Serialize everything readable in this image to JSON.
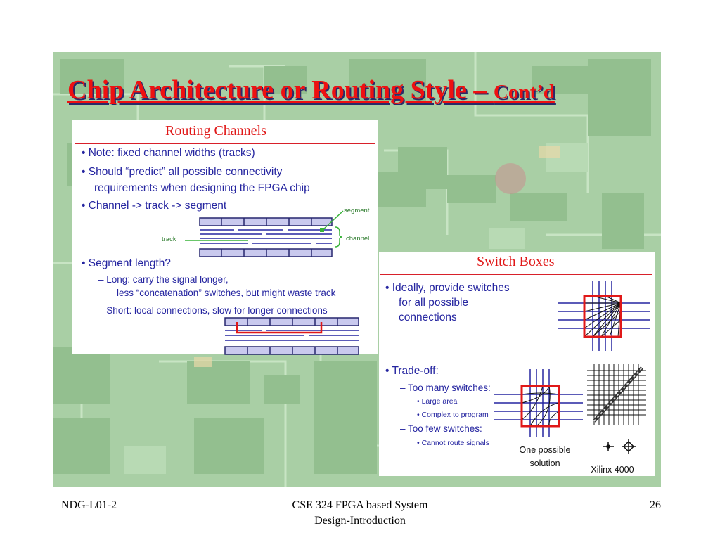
{
  "slide": {
    "title_main": "Chip Architecture or Routing Style – ",
    "title_sub": "Cont’d"
  },
  "routing_channels": {
    "title": "Routing Channels",
    "bullets": [
      {
        "level": 1,
        "text": "• Note: fixed channel widths (tracks)"
      },
      {
        "level": 1,
        "text": "• Should “predict” all possible connectivity"
      },
      {
        "level": 1,
        "text": "requirements when designing the FPGA chip"
      },
      {
        "level": 1,
        "text": "• Channel -> track -> segment"
      },
      {
        "level": 1,
        "text": "• Segment length?"
      },
      {
        "level": 2,
        "text": "– Long: carry the signal longer,"
      },
      {
        "level": 2,
        "text": "less “concatenation” switches, but might waste track"
      },
      {
        "level": 2,
        "text": "– Short: local connections, slow for longer connections"
      }
    ],
    "diagram_labels": {
      "segment": "segment",
      "channel": "channel",
      "track": "track"
    }
  },
  "switch_boxes": {
    "title": "Switch Boxes",
    "bullets": [
      {
        "level": 1,
        "text": "• Ideally, provide switches"
      },
      {
        "level": 1,
        "text": "for all possible"
      },
      {
        "level": 1,
        "text": "connections"
      },
      {
        "level": 1,
        "text": "• Trade-off:"
      },
      {
        "level": 2,
        "text": "– Too many switches:"
      },
      {
        "level": 3,
        "text": "• Large area"
      },
      {
        "level": 3,
        "text": "• Complex to program"
      },
      {
        "level": 2,
        "text": "– Too few switches:"
      },
      {
        "level": 3,
        "text": "• Cannot route signals"
      }
    ],
    "caption_solution_line1": "One possible",
    "caption_solution_line2": "solution",
    "caption_xilinx": "Xilinx 4000"
  },
  "footer": {
    "left": "NDG-L01-2",
    "center_line1": "CSE 324 FPGA based System",
    "center_line2": "Design-Introduction",
    "page": "26"
  },
  "colors": {
    "title_red": "#ee1111",
    "bullet_blue": "#2525a0",
    "box_red": "#d8202a",
    "board_green": "#a9cfa5",
    "label_green": "#2a7a2a"
  }
}
